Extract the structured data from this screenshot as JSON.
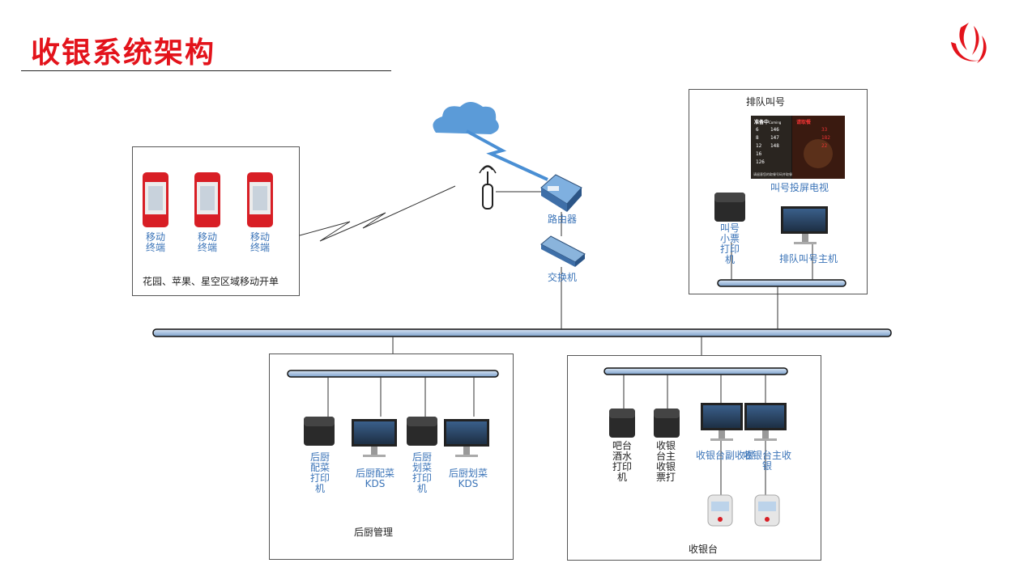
{
  "title": "收银系统架构",
  "colors": {
    "accent": "#e3131b",
    "bus_fill": "#b8cde6",
    "label_blue": "#3b74b8"
  },
  "mobile": {
    "caption": "花园、苹果、星空区域移动开单",
    "terminals": [
      "移动\n终端",
      "移动\n终端",
      "移动\n终端"
    ]
  },
  "network": {
    "router_label": "路由器",
    "switch_label": "交换机"
  },
  "queue": {
    "title": "排队叫号",
    "tv_label": "叫号投屏电视",
    "printer_label": "叫号\n小票\n打印\n机",
    "host_label": "排队叫号主机",
    "screen": {
      "left_header": "准备中",
      "left_header_sub": "Coming",
      "right_header": "请取餐",
      "rows": [
        [
          "6",
          "146"
        ],
        [
          "8",
          "147"
        ],
        [
          "12",
          "148"
        ],
        [
          "16",
          ""
        ],
        [
          "126",
          ""
        ]
      ],
      "right_numbers": [
        "33",
        "182",
        "22"
      ],
      "footer": "请留意您的取餐号码并取餐"
    }
  },
  "kitchen": {
    "caption": "后厨管理",
    "devices": [
      "后厨\n配菜\n打印\n机",
      "后厨配菜KDS",
      "后厨\n划菜\n打印\n机",
      "后厨划菜KDS"
    ]
  },
  "cashier": {
    "caption": "收银台",
    "devices": [
      "吧台\n酒水\n打印\n机",
      "收银\n台主\n收银\n票打",
      "收银台副收银",
      "收银台主收银"
    ]
  }
}
